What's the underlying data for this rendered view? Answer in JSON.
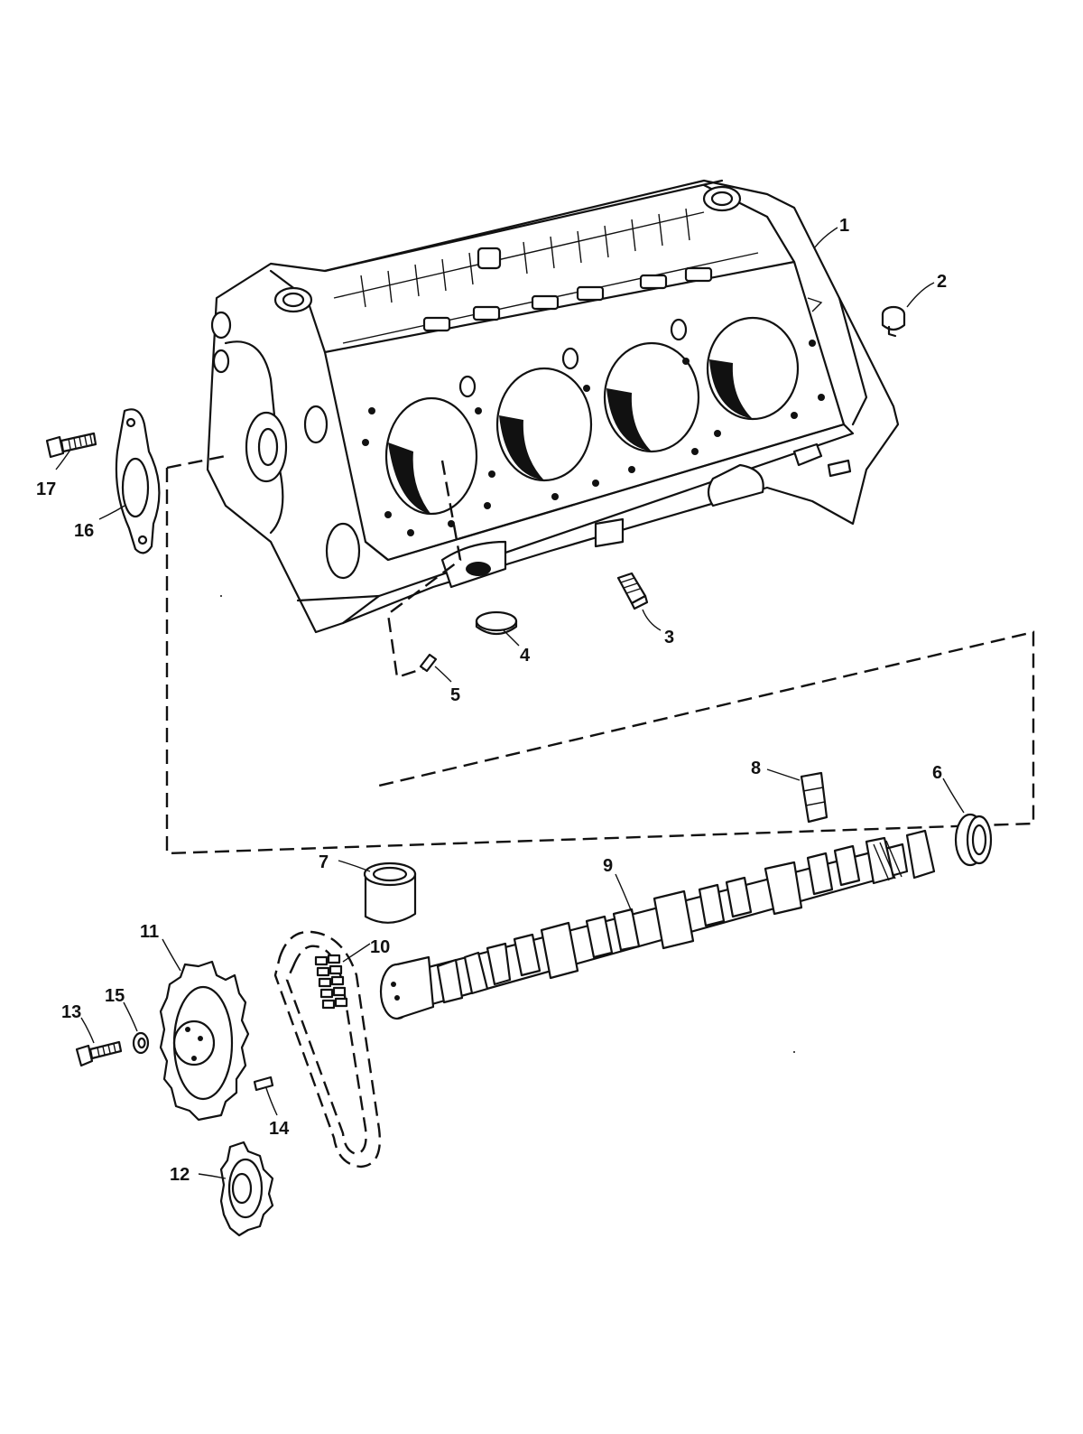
{
  "callouts": [
    {
      "id": "1",
      "part": "cylinder-block"
    },
    {
      "id": "2",
      "part": "plug"
    },
    {
      "id": "3",
      "part": "drain-plug"
    },
    {
      "id": "4",
      "part": "bushing"
    },
    {
      "id": "5",
      "part": "dowel-pin"
    },
    {
      "id": "6",
      "part": "camshaft-seal"
    },
    {
      "id": "7",
      "part": "camshaft-bearing"
    },
    {
      "id": "8",
      "part": "key-block"
    },
    {
      "id": "9",
      "part": "camshaft"
    },
    {
      "id": "10",
      "part": "timing-chain"
    },
    {
      "id": "11",
      "part": "camshaft-sprocket"
    },
    {
      "id": "12",
      "part": "crankshaft-sprocket"
    },
    {
      "id": "13",
      "part": "bolt"
    },
    {
      "id": "14",
      "part": "dowel"
    },
    {
      "id": "15",
      "part": "washer"
    },
    {
      "id": "16",
      "part": "gasket"
    },
    {
      "id": "17",
      "part": "screw"
    }
  ]
}
